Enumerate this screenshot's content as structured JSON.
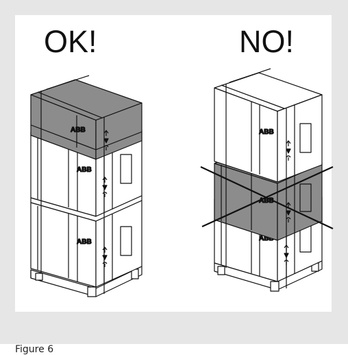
{
  "labels": {
    "ok": "OK!",
    "no": "NO!"
  },
  "caption": "Figure 6",
  "brand_mark": "ABB",
  "handling_symbols": [
    "arrow-up-icon",
    "fragile-glass-icon",
    "keep-dry-umbrella-icon"
  ],
  "colors": {
    "frame": "#e6e6e6",
    "panel": "#ffffff",
    "highlight_band": "#8c8c8c",
    "outline": "#111111"
  },
  "scenes": [
    {
      "id": "ok",
      "verdict": "correct stacking",
      "highlighted": "top-package"
    },
    {
      "id": "no",
      "verdict": "incorrect stacking",
      "highlighted": "middle-band",
      "crossed_out": true
    }
  ]
}
